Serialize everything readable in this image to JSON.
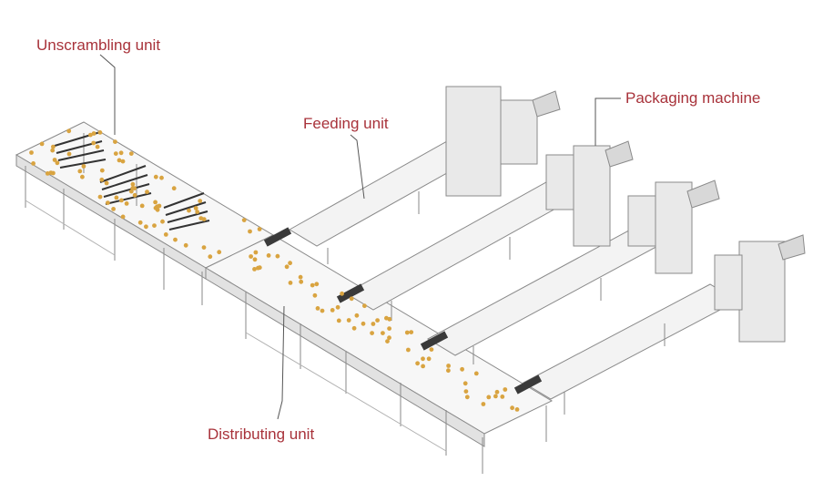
{
  "labels": {
    "unscrambling": "Unscrambling unit",
    "feeding": "Feeding unit",
    "packaging": "Packaging machine",
    "distributing": "Distributing unit"
  },
  "colors": {
    "label_text": "#a8323a",
    "leader_line": "#555555",
    "frame_stroke": "#8a8a8a",
    "belt_fill": "#f7f7f7",
    "product_dot": "#d9a441",
    "machine_fill": "#e9e9e9"
  }
}
